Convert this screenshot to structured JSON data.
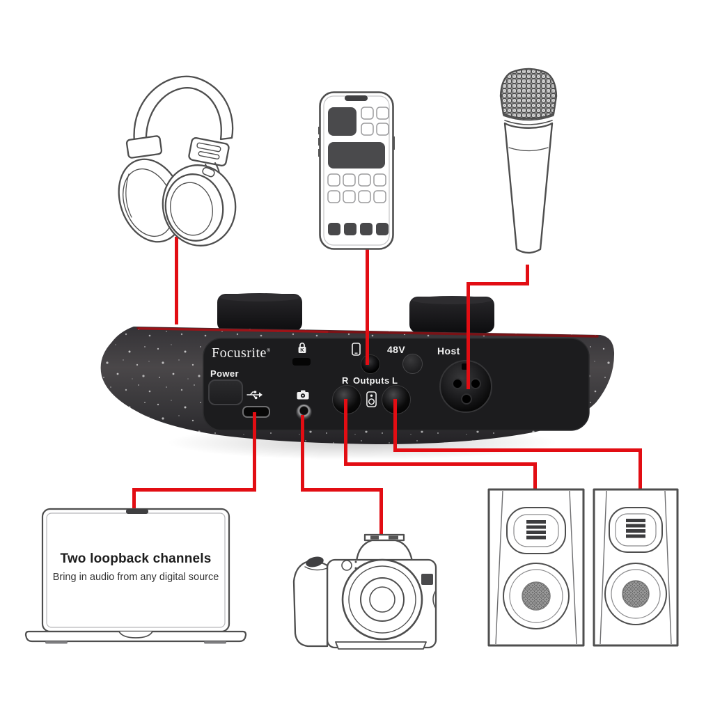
{
  "colors": {
    "accent": "#e20d13",
    "stripe": "#7a1216",
    "line": "#4e4e4e",
    "line_light": "#9a9a9c",
    "dark_fill": "#48484a",
    "panel": "#1c1c1e",
    "label": "#f2f2f2"
  },
  "device": {
    "brand": "Focusrite",
    "registered_mark": "®",
    "kensington_letter": "K",
    "labels": {
      "power": "Power",
      "phantom": "48V",
      "host": "Host",
      "output_r": "R",
      "outputs": "Outputs",
      "output_l": "L"
    },
    "ports": [
      "kensington-lock-slot",
      "phone-input-jack",
      "phantom-power-button",
      "host-xlr-input",
      "power-button",
      "usb-c-port",
      "camera-output-jack",
      "output-r-jack",
      "output-l-jack"
    ]
  },
  "peripherals": [
    "headphones",
    "smartphone",
    "microphone",
    "laptop",
    "camera",
    "left-speaker",
    "right-speaker"
  ],
  "laptop_screen": {
    "title": "Two loopback channels",
    "subtitle": "Bring in audio from any digital source"
  },
  "icons": [
    "lock-icon",
    "smartphone-icon",
    "usb-icon",
    "camera-icon",
    "speaker-icon"
  ],
  "connections": [
    {
      "peripheral": "headphones",
      "port": "front-panel-headphone-output"
    },
    {
      "peripheral": "smartphone",
      "port": "phone-input-jack"
    },
    {
      "peripheral": "microphone",
      "port": "host-xlr-input"
    },
    {
      "peripheral": "laptop",
      "port": "usb-c-port"
    },
    {
      "peripheral": "camera",
      "port": "camera-output-jack"
    },
    {
      "peripheral": "left-speaker",
      "port": "output-r-jack"
    },
    {
      "peripheral": "right-speaker",
      "port": "output-l-jack"
    }
  ]
}
